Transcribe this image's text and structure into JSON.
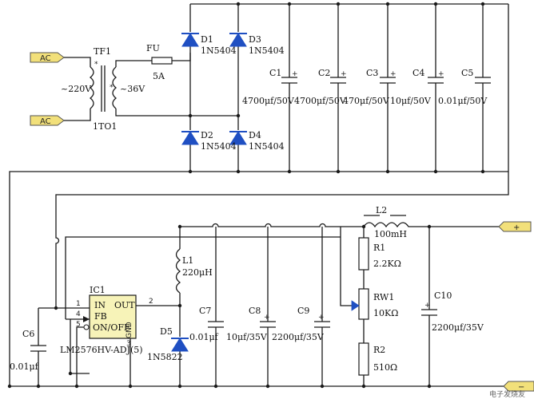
{
  "transformer": {
    "name": "TF1",
    "primary": "~220V",
    "secondary": "~36V",
    "part": "1TO1"
  },
  "ac_terminals": [
    "AC",
    "AC"
  ],
  "fuse": {
    "name": "FU",
    "rating": "5A"
  },
  "bridge": [
    {
      "name": "D1",
      "part": "1N5404"
    },
    {
      "name": "D3",
      "part": "1N5404"
    },
    {
      "name": "D2",
      "part": "1N5404"
    },
    {
      "name": "D4",
      "part": "1N5404"
    }
  ],
  "filter_caps": [
    {
      "name": "C1",
      "value": "4700μf/50V"
    },
    {
      "name": "C2",
      "value": "4700μf/50V"
    },
    {
      "name": "C3",
      "value": "470μf/50V"
    },
    {
      "name": "C4",
      "value": "10μf/50V"
    },
    {
      "name": "C5",
      "value": "0.01μf/50V"
    }
  ],
  "regulator": {
    "name": "IC1",
    "part": "LM2576HV-ADJ(5)",
    "pin_in": "IN",
    "pin_out": "OUT",
    "pin_fb": "FB",
    "pin_onoff": "ON/OFF",
    "pin_gnd": "GND",
    "pin_numbers": [
      "1",
      "4",
      "5",
      "2",
      "3"
    ]
  },
  "c6": {
    "name": "C6",
    "value": "0.01μf"
  },
  "inductor_l1": {
    "name": "L1",
    "value": "220μH"
  },
  "d5": {
    "name": "D5",
    "part": "1N5822"
  },
  "c7": {
    "name": "C7",
    "value": "0.01μf"
  },
  "c8": {
    "name": "C8",
    "value": "10μf/35V"
  },
  "c9": {
    "name": "C9",
    "value": "2200μf/35V"
  },
  "inductor_l2": {
    "name": "L2",
    "value": "100mH"
  },
  "r1": {
    "name": "R1",
    "value": "2.2KΩ"
  },
  "rw1": {
    "name": "RW1",
    "value": "10KΩ"
  },
  "r2": {
    "name": "R2",
    "value": "510Ω"
  },
  "c10": {
    "name": "C10",
    "value": "2200μf/35V"
  },
  "output_terminals": [
    "+",
    "−"
  ],
  "watermark": "电子发烧友"
}
